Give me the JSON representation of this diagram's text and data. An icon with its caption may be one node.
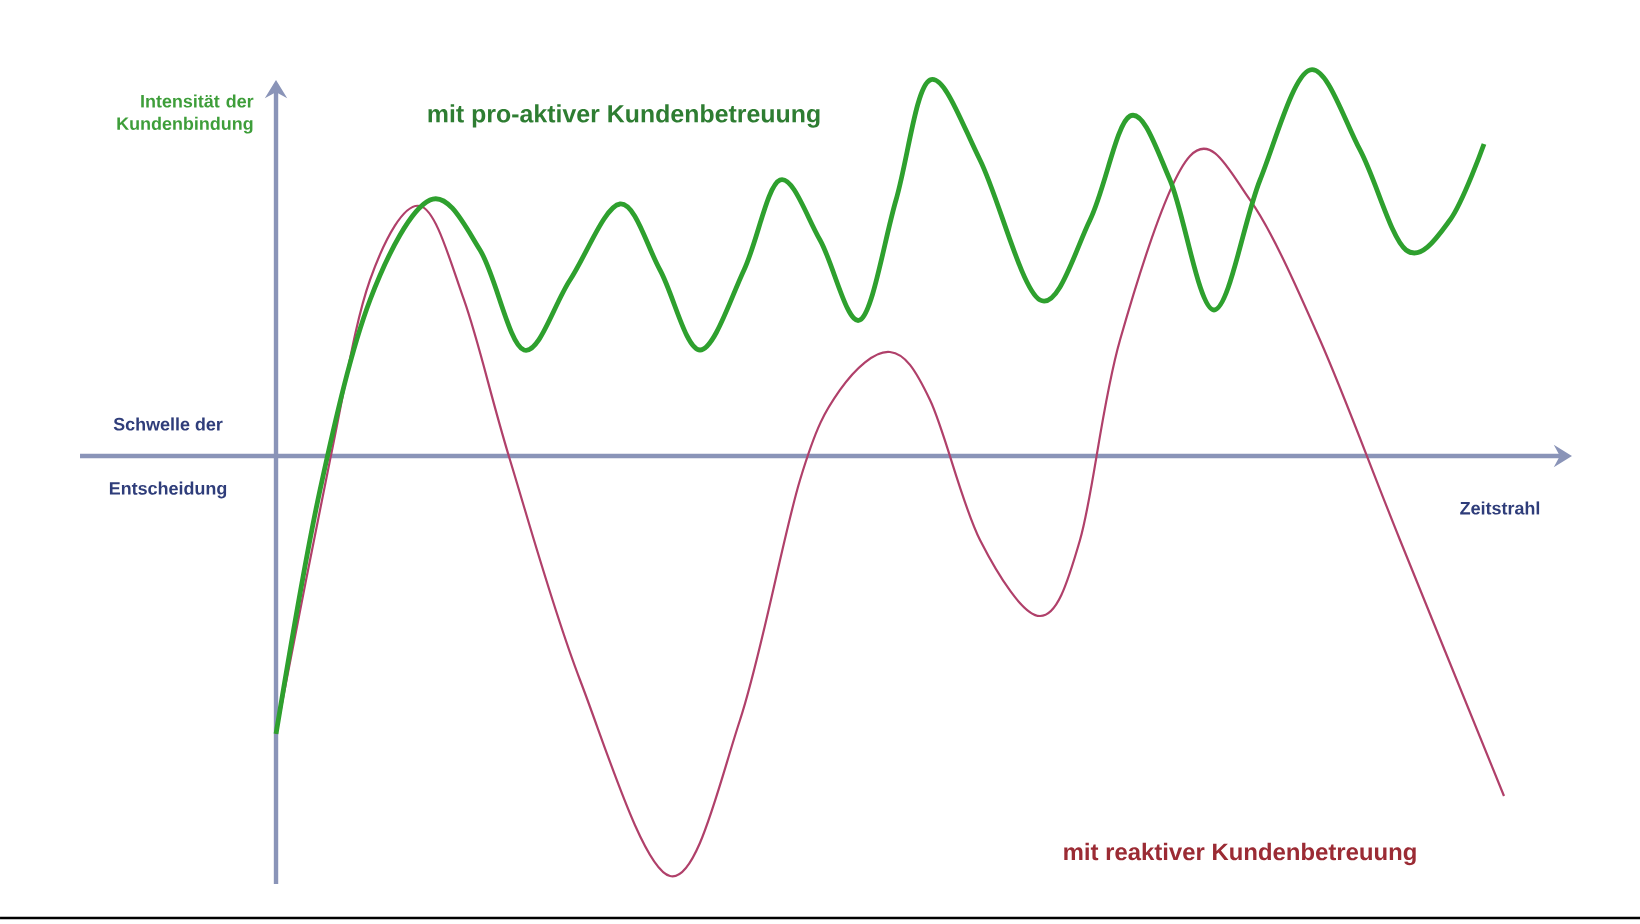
{
  "diagram": {
    "labels": [
      "Intensität der Kundenbindung",
      "mit pro-aktiver Kundenbetreuung",
      "Schwelle der",
      "Entscheidung",
      "Zeitstrahl",
      "mit reaktiver Kundenbetreuung"
    ]
  }
}
